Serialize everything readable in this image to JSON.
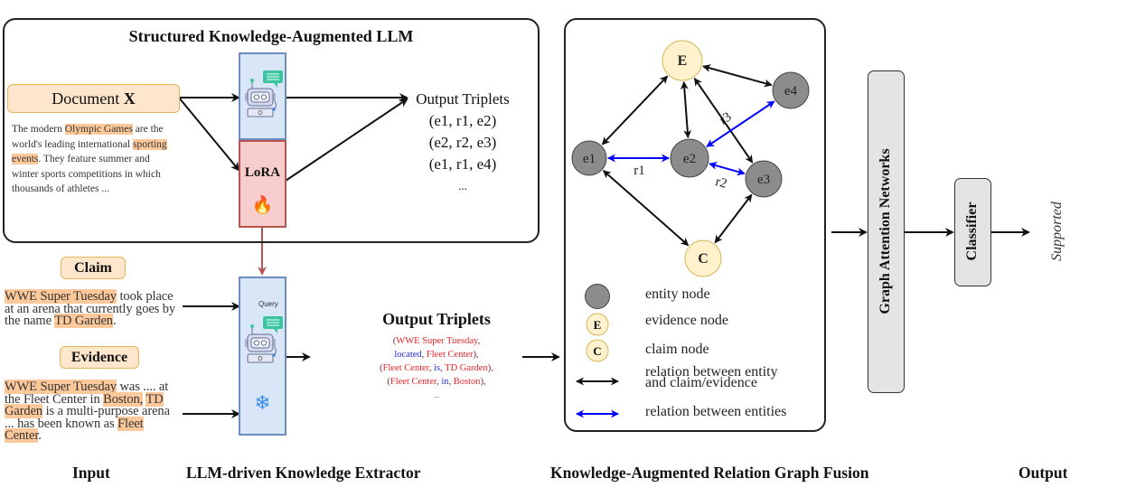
{
  "top_module": {
    "title": "Structured Knowledge-Augmented LLM",
    "document_label": "Document",
    "document_var": "X",
    "document_text": [
      {
        "t": "The modern ",
        "h": false
      },
      {
        "t": "Olympic Games",
        "h": true
      },
      {
        "t": " are the world's leading international ",
        "h": false
      },
      {
        "t": "sporting events",
        "h": true
      },
      {
        "t": ". They feature summer and winter sports competitions in which thousands of athletes ...",
        "h": false
      }
    ],
    "lora_label": "LoRA",
    "llm_icon": "robot-chat-icon",
    "trainable_icon": "fire-icon",
    "output_title": "Output Triplets",
    "output_triplets": [
      "(e1, r1, e2)",
      "(e2, r2, e3)",
      "(e1, r1, e4)",
      "..."
    ]
  },
  "input": {
    "claim_label": "Claim",
    "claim_text": [
      {
        "t": "WWE Super Tuesday",
        "h": true
      },
      {
        "t": " took place at an arena that currently goes by the name ",
        "h": false
      },
      {
        "t": "TD Garden",
        "h": true
      },
      {
        "t": ".",
        "h": false
      }
    ],
    "evidence_label": "Evidence",
    "evidence_text": [
      {
        "t": "WWE Super Tuesday",
        "h": true
      },
      {
        "t": " was .... at the Fleet Center in ",
        "h": false
      },
      {
        "t": "Boston,",
        "h": true
      },
      {
        "t": " ",
        "h": false
      },
      {
        "t": "TD Garden",
        "h": true
      },
      {
        "t": " is a multi-purpose arena ... has been known as ",
        "h": false
      },
      {
        "t": "Fleet Center",
        "h": true
      },
      {
        "t": ".",
        "h": false
      }
    ]
  },
  "extractor": {
    "query_label": "Query",
    "llm_icon": "robot-chat-icon",
    "frozen_icon": "snowflake-icon",
    "output_title": "Output Triplets",
    "triplets": [
      {
        "head": "WWE Super Tuesday",
        "rel": "located",
        "tail": "Fleet Center"
      },
      {
        "head": "Fleet Center",
        "rel": "is",
        "tail": "TD Garden"
      },
      {
        "head": "Fleet Center",
        "rel": "in",
        "tail": "Boston"
      }
    ],
    "ellipsis": "..."
  },
  "graph": {
    "nodes": [
      {
        "id": "E",
        "label": "E",
        "type": "evidence"
      },
      {
        "id": "C",
        "label": "C",
        "type": "claim"
      },
      {
        "id": "e1",
        "label": "e1",
        "type": "entity"
      },
      {
        "id": "e2",
        "label": "e2",
        "type": "entity"
      },
      {
        "id": "e3",
        "label": "e3",
        "type": "entity"
      },
      {
        "id": "e4",
        "label": "e4",
        "type": "entity"
      }
    ],
    "edges": [
      {
        "from": "E",
        "to": "e1",
        "kind": "entity-claim/evidence"
      },
      {
        "from": "E",
        "to": "e2",
        "kind": "entity-claim/evidence"
      },
      {
        "from": "E",
        "to": "e3",
        "kind": "entity-claim/evidence"
      },
      {
        "from": "E",
        "to": "e4",
        "kind": "entity-claim/evidence"
      },
      {
        "from": "C",
        "to": "e1",
        "kind": "entity-claim/evidence"
      },
      {
        "from": "C",
        "to": "e3",
        "kind": "entity-claim/evidence"
      },
      {
        "from": "e1",
        "to": "e2",
        "kind": "entity-entity",
        "label": "r1"
      },
      {
        "from": "e2",
        "to": "e3",
        "kind": "entity-entity",
        "label": "r2"
      },
      {
        "from": "e2",
        "to": "e4",
        "kind": "entity-entity",
        "label": "r3"
      }
    ],
    "legend": {
      "entity": "entity node",
      "evidence": "evidence node",
      "evidence_glyph": "E",
      "claim": "claim node",
      "claim_glyph": "C",
      "black_edge_line1": "relation between entity",
      "black_edge_line2": "and claim/evidence",
      "blue_edge": "relation between entities"
    },
    "colors": {
      "entity_fill": "#8c8c8c",
      "claim_evidence_fill": "#fff2cc",
      "claim_evidence_stroke": "#d6b656",
      "black_edge": "#111111",
      "blue_edge": "#0000ff"
    }
  },
  "gat_label": "Graph Attention Networks",
  "classifier_label": "Classifier",
  "output_label": "Supported",
  "section_labels": {
    "input": "Input",
    "extractor": "LLM-driven Knowledge Extractor",
    "fusion": "Knowledge-Augmented Relation Graph Fusion",
    "output": "Output"
  }
}
